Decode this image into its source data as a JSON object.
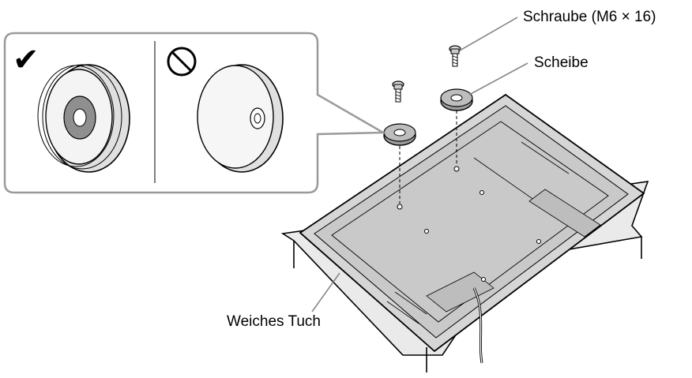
{
  "labels": {
    "screw": "Schraube (M6 × 16)",
    "washer": "Scheibe",
    "cloth": "Weiches Tuch"
  },
  "inset": {
    "correct_symbol": "✔",
    "incorrect_symbol": "⃠"
  },
  "colors": {
    "line": "#000000",
    "leader": "#888888",
    "cloth_fill": "#e6e6e6",
    "panel_fill": "#d4d4d4",
    "inset_border": "#9a9a9a"
  }
}
